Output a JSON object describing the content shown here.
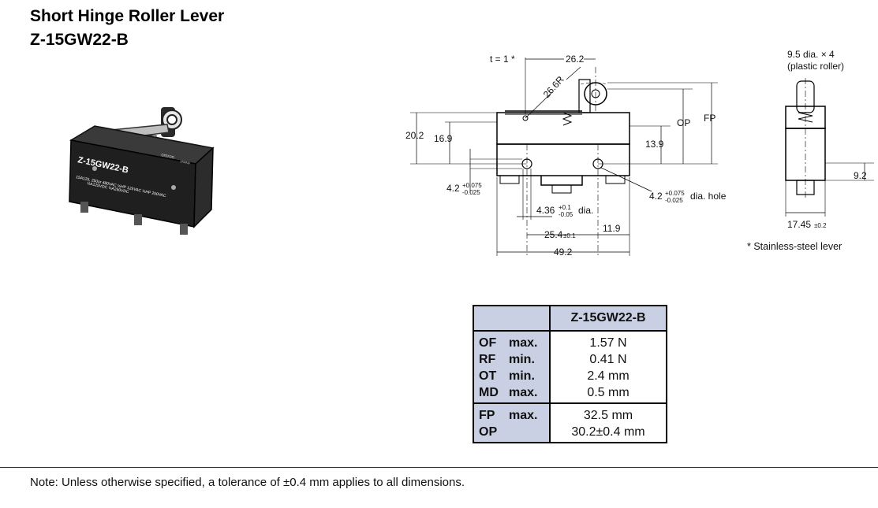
{
  "header": {
    "title": "Short Hinge Roller Lever",
    "model": "Z-15GW22-B"
  },
  "photo": {
    "body_marking": "Z-15GW22-B",
    "rating_line_1": "15A125, 250or 480VAC ⅛HP 125VAC ¼HP 250VAC",
    "rating_line_2": "½A125VDC ¼A250VDC",
    "brand": "omron",
    "country": "JAPAN"
  },
  "drawing": {
    "front": {
      "lever_thickness": "t = 1 *",
      "lever_length": "26.2",
      "lever_radius": "26.6R",
      "height_left_outer": "20.2",
      "height_left_inner": "16.9",
      "height_right": "13.9",
      "op_label": "OP",
      "fp_label": "FP",
      "hole_left_dia": "4.2",
      "hole_left_tol_plus": "+0.075",
      "hole_left_tol_minus": "-0.025",
      "hole_center_dia": "4.36",
      "hole_center_tol_plus": "+0.1",
      "hole_center_tol_minus": "-0.05",
      "hole_center_suffix": "dia.",
      "hole_right_dia": "4.2",
      "hole_right_tol_plus": "+0.075",
      "hole_right_tol_minus": "-0.025",
      "hole_right_suffix": "dia. hole",
      "pitch": "25.4",
      "pitch_tol": "±0.1",
      "right_offset": "11.9",
      "overall_length": "49.2"
    },
    "side": {
      "roller_note_1": "9.5 dia. × 4",
      "roller_note_2": "(plastic roller)",
      "hole_height": "9.2",
      "width": "17.45",
      "width_tol": "±0.2"
    },
    "lever_footnote": "* Stainless-steel lever"
  },
  "spec_table": {
    "model_header": "Z-15GW22-B",
    "group_1": [
      {
        "param": "OF",
        "qualifier": "max.",
        "value": "1.57 N"
      },
      {
        "param": "RF",
        "qualifier": "min.",
        "value": "0.41 N"
      },
      {
        "param": "OT",
        "qualifier": "min.",
        "value": "2.4 mm"
      },
      {
        "param": "MD",
        "qualifier": "max.",
        "value": "0.5 mm"
      }
    ],
    "group_2": [
      {
        "param": "FP",
        "qualifier": "max.",
        "value": "32.5 mm"
      },
      {
        "param": "OP",
        "qualifier": "",
        "value": "30.2±0.4 mm"
      }
    ],
    "header_fill": "#c9d0e4"
  },
  "footer": {
    "note": "Note:  Unless otherwise specified, a tolerance of ±0.4 mm applies to all dimensions."
  }
}
